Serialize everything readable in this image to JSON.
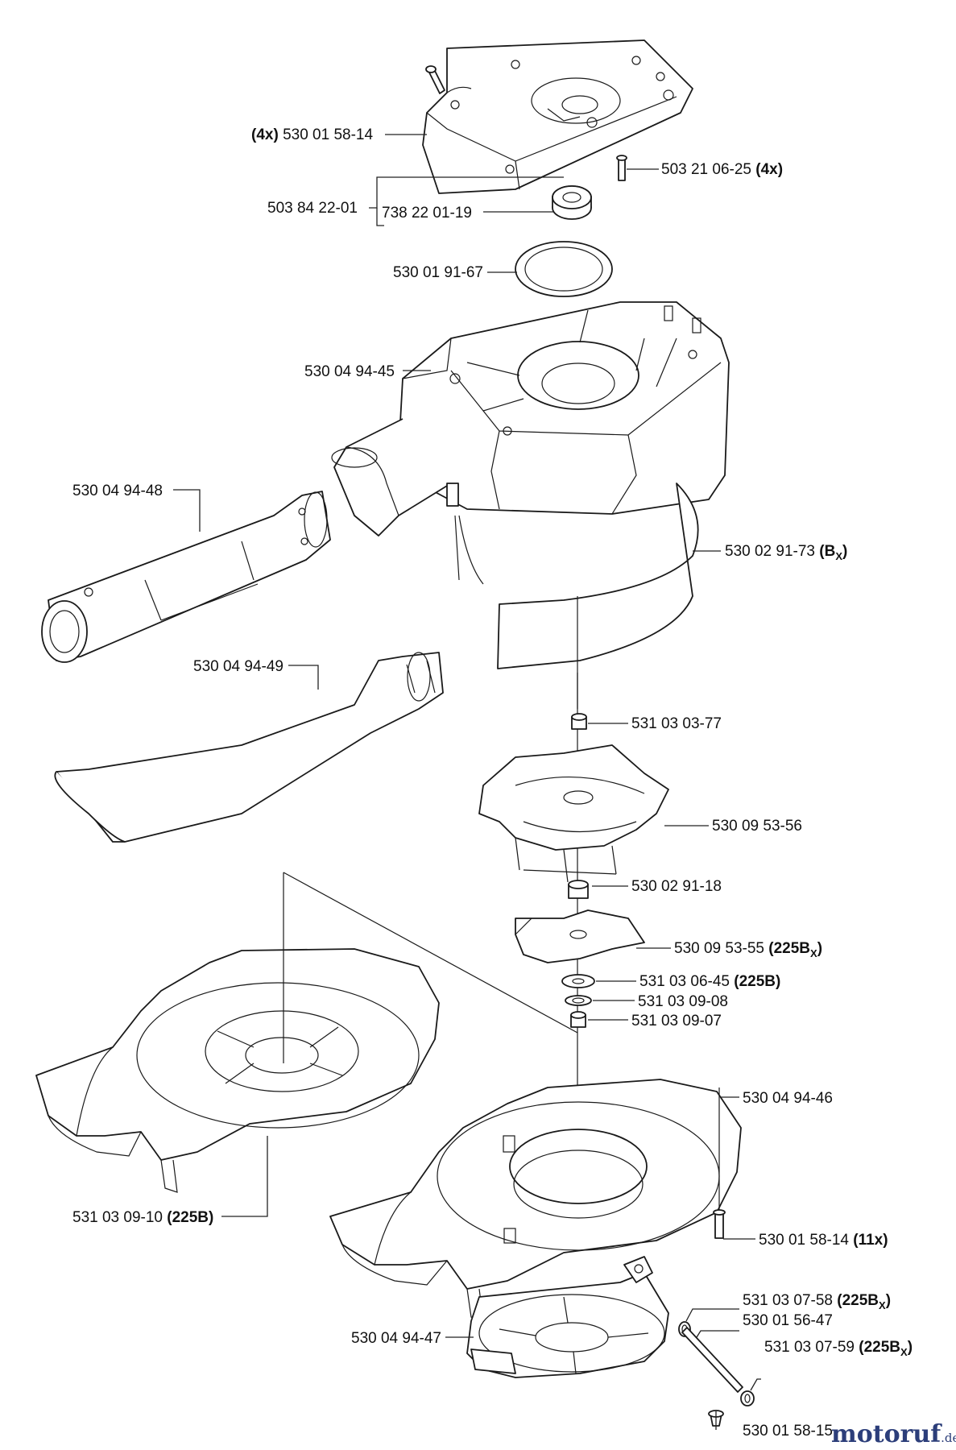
{
  "callouts": {
    "c01": {
      "pre": "(4x)",
      "text": " 530 01 58-14",
      "post": ""
    },
    "c02": {
      "pre": "",
      "text": "503 21 06-25 ",
      "post": "(4x)"
    },
    "c03": {
      "pre": "",
      "text": "503 84 22-01",
      "post": ""
    },
    "c04": {
      "pre": "",
      "text": "738 22 01-19",
      "post": ""
    },
    "c05": {
      "pre": "",
      "text": "530 01 91-67",
      "post": ""
    },
    "c06": {
      "pre": "",
      "text": "530 04 94-45",
      "post": ""
    },
    "c07": {
      "pre": "",
      "text": "530 04 94-48",
      "post": ""
    },
    "c08": {
      "pre": "",
      "text": "530 02 91-73 ",
      "post": "(B",
      "sub": "X",
      "post2": ")"
    },
    "c09": {
      "pre": "",
      "text": "530 04 94-49",
      "post": ""
    },
    "c10": {
      "pre": "",
      "text": "531 03 03-77",
      "post": ""
    },
    "c11": {
      "pre": "",
      "text": "530 09 53-56",
      "post": ""
    },
    "c12": {
      "pre": "",
      "text": "530 02 91-18",
      "post": ""
    },
    "c13": {
      "pre": "",
      "text": "530 09 53-55 ",
      "post": "(225B",
      "sub": "X",
      "post2": ")"
    },
    "c14": {
      "pre": "",
      "text": "531 03 06-45 ",
      "post": "(225B)"
    },
    "c15": {
      "pre": "",
      "text": "531 03 09-08",
      "post": ""
    },
    "c16": {
      "pre": "",
      "text": "531 03 09-07",
      "post": ""
    },
    "c17": {
      "pre": "",
      "text": "530 04 94-46",
      "post": ""
    },
    "c18": {
      "pre": "",
      "text": "531 03 09-10 ",
      "post": "(225B)"
    },
    "c19": {
      "pre": "",
      "text": "530 01 58-14 ",
      "post": "(11x)"
    },
    "c20": {
      "pre": "",
      "text": "531 03 07-58 ",
      "post": "(225B",
      "sub": "X",
      "post2": ")"
    },
    "c21": {
      "pre": "",
      "text": "530 01 56-47",
      "post": ""
    },
    "c22": {
      "pre": "",
      "text": "531 03 07-59 ",
      "post": "(225B",
      "sub": "X",
      "post2": ")"
    },
    "c23": {
      "pre": "",
      "text": "530 04 94-47",
      "post": ""
    },
    "c24": {
      "pre": "",
      "text": "530 01 58-15",
      "post": ""
    }
  },
  "watermark": {
    "brand": "motoruf",
    "suffix": ".de"
  },
  "colors": {
    "brand_navy": "#2c3e7a",
    "brand_red": "#c0392b",
    "ink": "#111111"
  }
}
